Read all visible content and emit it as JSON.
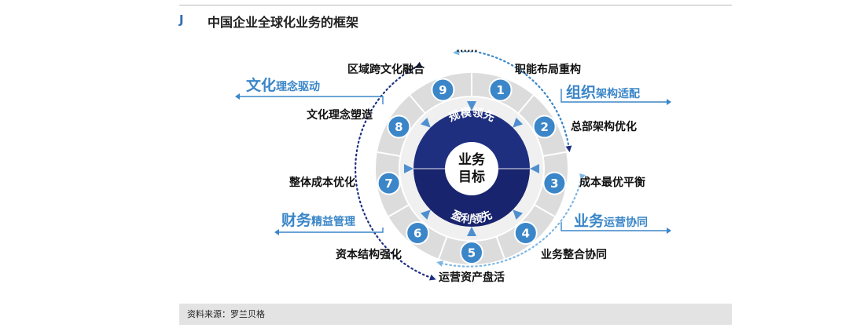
{
  "header": {
    "letter": "J",
    "title": "中国企业全球化业务的框架"
  },
  "center": {
    "line1": "业务",
    "line2": "目标"
  },
  "ring": {
    "upper": "规模领先",
    "lower": "盈利领先"
  },
  "ellipsis": "......",
  "nodes": [
    {
      "num": "1",
      "label": "职能布局重构"
    },
    {
      "num": "2",
      "label": "总部架构优化"
    },
    {
      "num": "3",
      "label": "成本最优平衡"
    },
    {
      "num": "4",
      "label": "业务整合协同"
    },
    {
      "num": "5",
      "label": "运营资产盘活"
    },
    {
      "num": "6",
      "label": "资本结构强化"
    },
    {
      "num": "7",
      "label": "整体成本优化"
    },
    {
      "num": "8",
      "label": "文化理念塑造"
    },
    {
      "num": "9",
      "label": "区域跨文化融合"
    }
  ],
  "categories": [
    {
      "big": "组织",
      "small": "架构适配"
    },
    {
      "big": "业务",
      "small": "运营协同"
    },
    {
      "big": "财务",
      "small": "精益管理"
    },
    {
      "big": "文化",
      "small": "理念驱动"
    }
  ],
  "source": "资料来源：罗兰贝格",
  "colors": {
    "navy": "#1e2f80",
    "navy_dark": "#1b2470",
    "blue": "#3a86c8",
    "light_blue": "#7fb7e3",
    "ring_gray": "#dcdcdc",
    "band_gray": "#f0f0f0"
  }
}
